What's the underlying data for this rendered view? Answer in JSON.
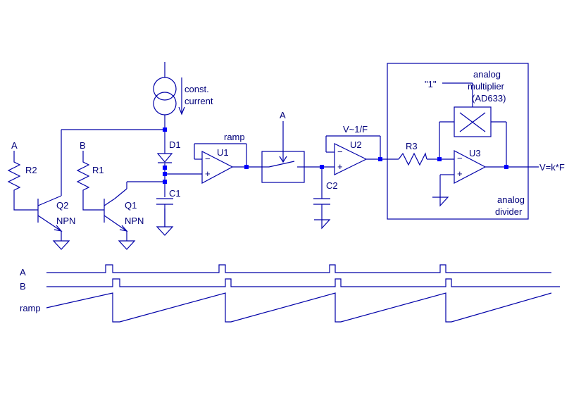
{
  "colors": {
    "wire": "#0000a8",
    "dot": "#0000ff",
    "text": "#00007a",
    "background": "#ffffff"
  },
  "labels": {
    "const_current": [
      "const.",
      "current"
    ],
    "node_a_top": "A",
    "node_b_top": "B",
    "r2": "R2",
    "r1": "R1",
    "q2": "Q2",
    "q1": "Q1",
    "npn_q2": "NPN",
    "npn_q1": "NPN",
    "d1": "D1",
    "c1": "C1",
    "ramp": "ramp",
    "u1": "U1",
    "switch_ctrl": "A",
    "c2": "C2",
    "v_inv_f": "V~1/F",
    "u2": "U2",
    "r3": "R3",
    "one": "\"1\"",
    "multiplier": [
      "analog",
      "multiplier",
      "(AD633)"
    ],
    "u3": "U3",
    "output": "V=k*F",
    "divider": [
      "analog",
      "divider"
    ],
    "timing_a": "A",
    "timing_b": "B",
    "timing_ramp": "ramp"
  }
}
